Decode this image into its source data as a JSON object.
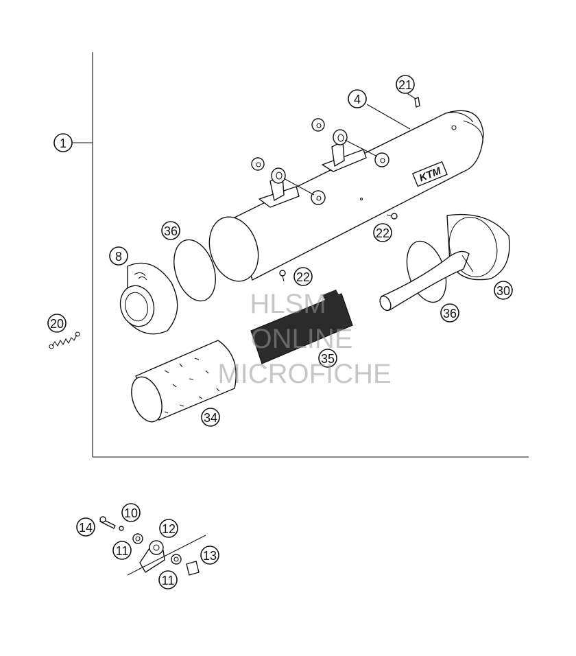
{
  "callouts": [
    {
      "id": "c1",
      "label": "1"
    },
    {
      "id": "c4",
      "label": "4"
    },
    {
      "id": "c21",
      "label": "21"
    },
    {
      "id": "c36a",
      "label": "36"
    },
    {
      "id": "c22a",
      "label": "22"
    },
    {
      "id": "c8",
      "label": "8"
    },
    {
      "id": "c22b",
      "label": "22"
    },
    {
      "id": "c30",
      "label": "30"
    },
    {
      "id": "c20",
      "label": "20"
    },
    {
      "id": "c36b",
      "label": "36"
    },
    {
      "id": "c35",
      "label": "35"
    },
    {
      "id": "c34",
      "label": "34"
    },
    {
      "id": "c10",
      "label": "10"
    },
    {
      "id": "c14",
      "label": "14"
    },
    {
      "id": "c12",
      "label": "12"
    },
    {
      "id": "c11a",
      "label": "11"
    },
    {
      "id": "c13",
      "label": "13"
    },
    {
      "id": "c11b",
      "label": "11"
    }
  ],
  "watermark": {
    "line1": "HLSM",
    "line2": "ONLINE",
    "line3": "MICROFICHE"
  },
  "brand_logo": "KTM",
  "colors": {
    "ink": "#111111",
    "paper": "#ffffff",
    "watermark": "#9a9a9a"
  }
}
